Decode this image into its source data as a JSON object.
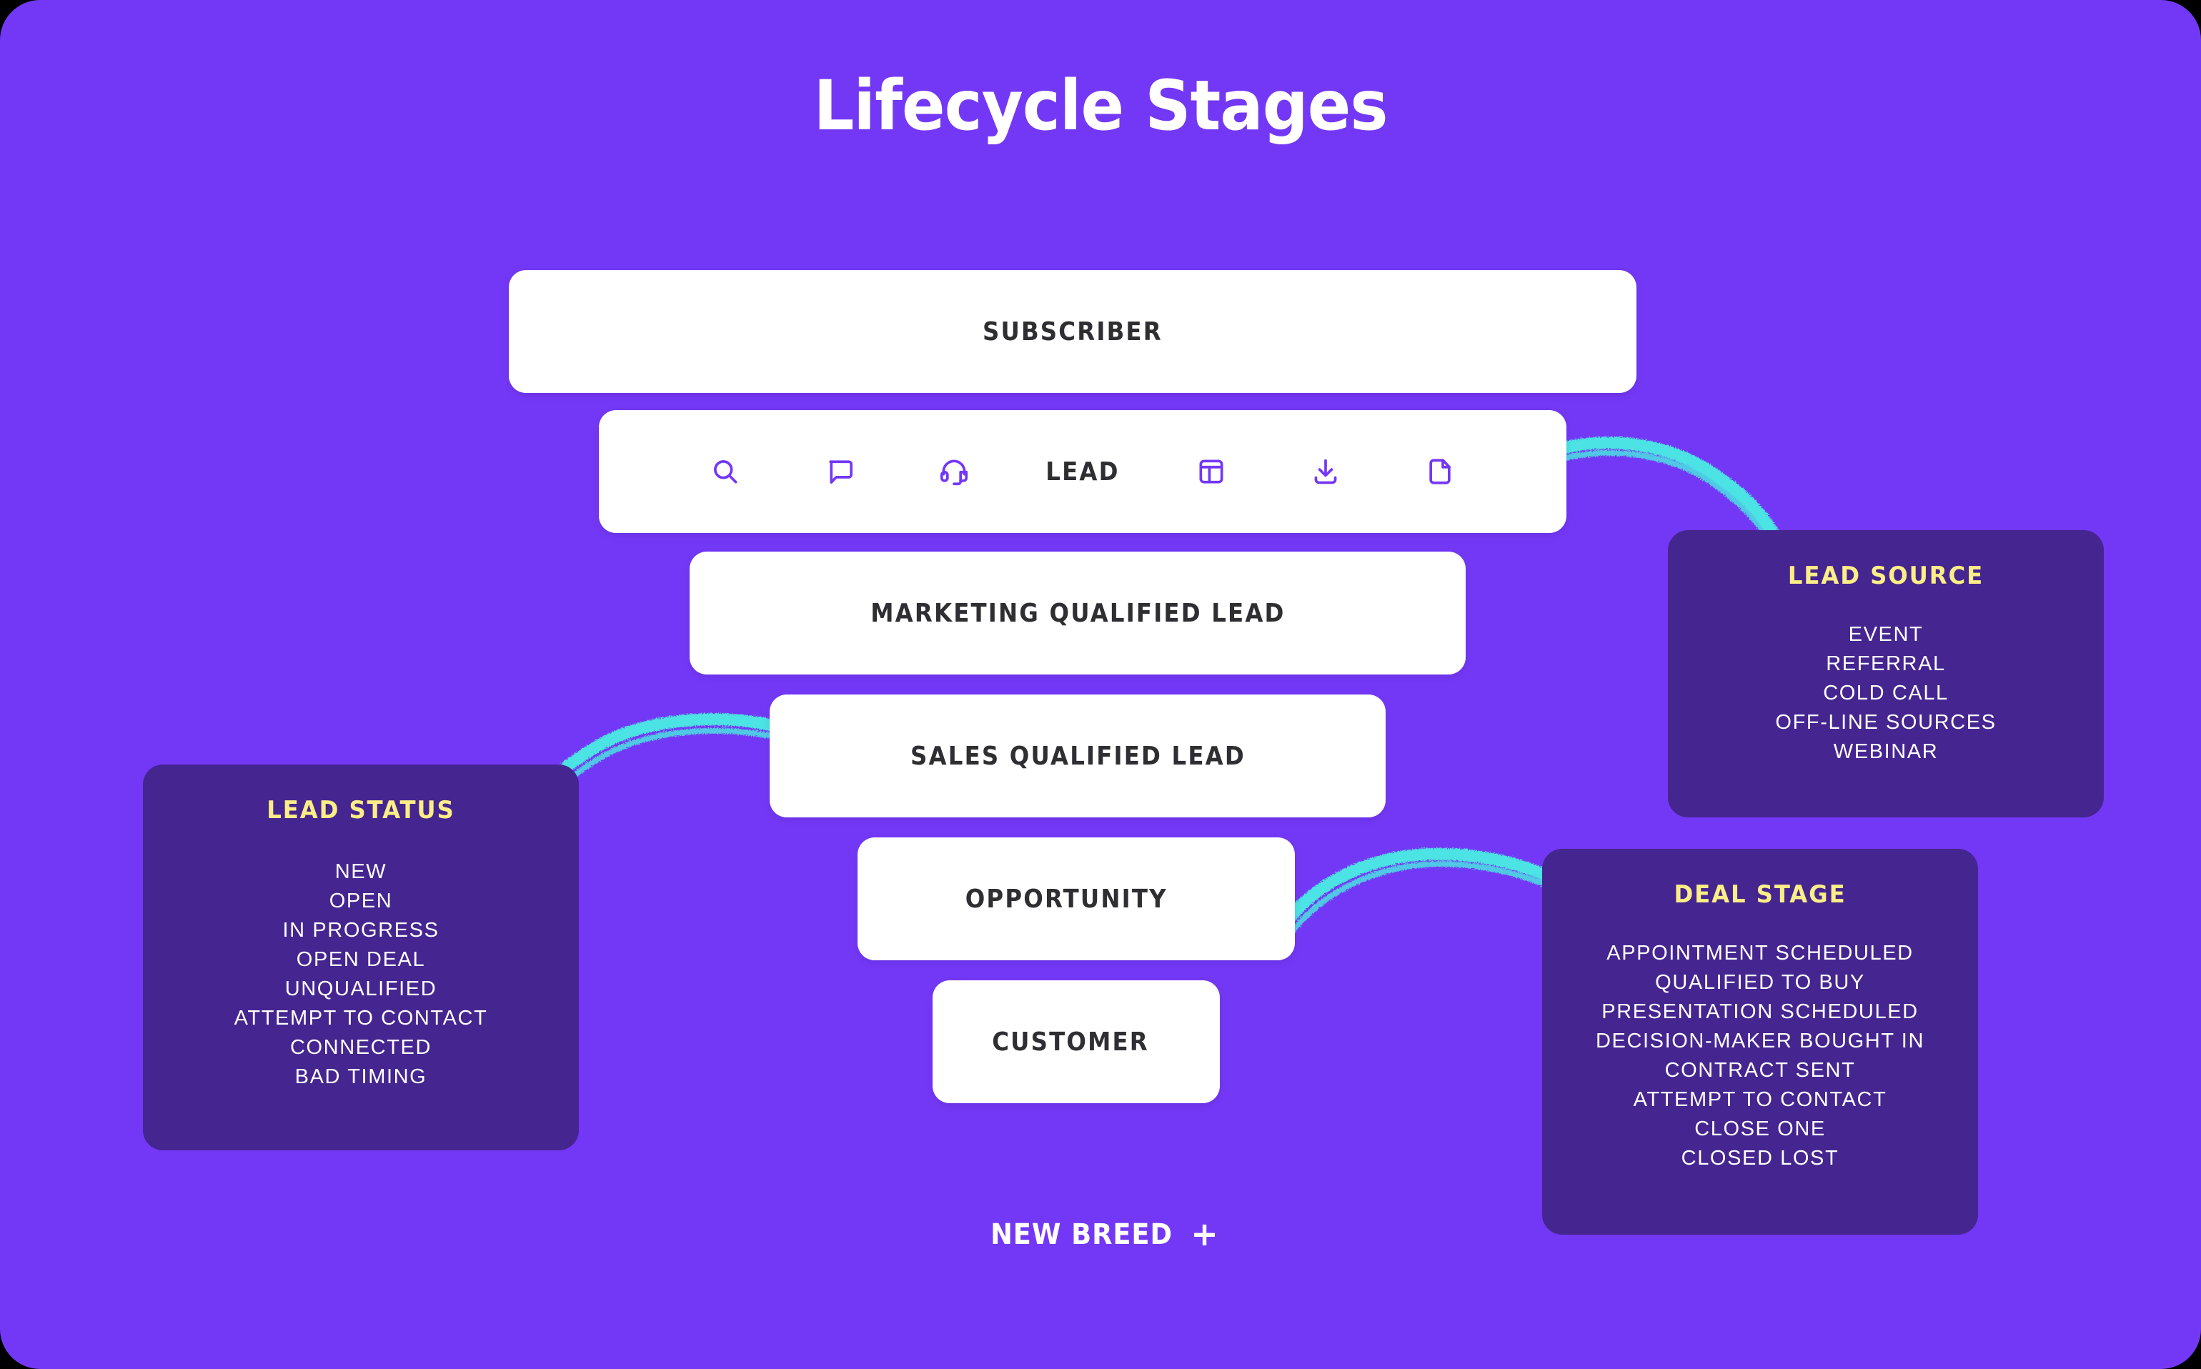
{
  "page": {
    "title": "Lifecycle Stages",
    "background_color": "#7338F5",
    "card_color": "#45258F",
    "accent_yellow": "#FCEE87",
    "accent_teal": "#4BE3E3",
    "bar_color": "#FFFFFF",
    "bar_text_color": "#2F2F33"
  },
  "funnel": {
    "stages": [
      {
        "label": "SUBSCRIBER"
      },
      {
        "label": "LEAD"
      },
      {
        "label": "MARKETING QUALIFIED LEAD"
      },
      {
        "label": "SALES QUALIFIED LEAD"
      },
      {
        "label": "OPPORTUNITY"
      },
      {
        "label": "CUSTOMER"
      }
    ]
  },
  "lead_row_icons": {
    "left": [
      "search-icon",
      "chat-bubble-icon",
      "headset-icon"
    ],
    "right": [
      "layout-panel-icon",
      "download-icon",
      "file-document-icon"
    ],
    "color": "#7338F5"
  },
  "cards": [
    {
      "id": "lead-source",
      "title": "LEAD SOURCE",
      "items": [
        "EVENT",
        "REFERRAL",
        "COLD CALL",
        "OFF-LINE SOURCES",
        "WEBINAR"
      ]
    },
    {
      "id": "lead-status",
      "title": "LEAD STATUS",
      "items": [
        "NEW",
        "OPEN",
        "IN PROGRESS",
        "OPEN DEAL",
        "UNQUALIFIED",
        "ATTEMPT TO CONTACT",
        "CONNECTED",
        "BAD TIMING"
      ]
    },
    {
      "id": "deal-stage",
      "title": "DEAL STAGE",
      "items": [
        "APPOINTMENT SCHEDULED",
        "QUALIFIED TO BUY",
        "PRESENTATION SCHEDULED",
        "DECISION-MAKER BOUGHT IN",
        "CONTRACT SENT",
        "ATTEMPT TO CONTACT",
        "CLOSE ONE",
        "CLOSED LOST"
      ]
    }
  ],
  "connectors": [
    {
      "name": "lead-to-lead-source",
      "from": "LEAD",
      "to": "LEAD SOURCE"
    },
    {
      "name": "sql-to-lead-status",
      "from": "SALES QUALIFIED LEAD",
      "to": "LEAD STATUS"
    },
    {
      "name": "opportunity-to-deal-stage",
      "from": "OPPORTUNITY",
      "to": "DEAL STAGE"
    }
  ],
  "brand": {
    "name": "NEW BREED",
    "mark": "+"
  }
}
